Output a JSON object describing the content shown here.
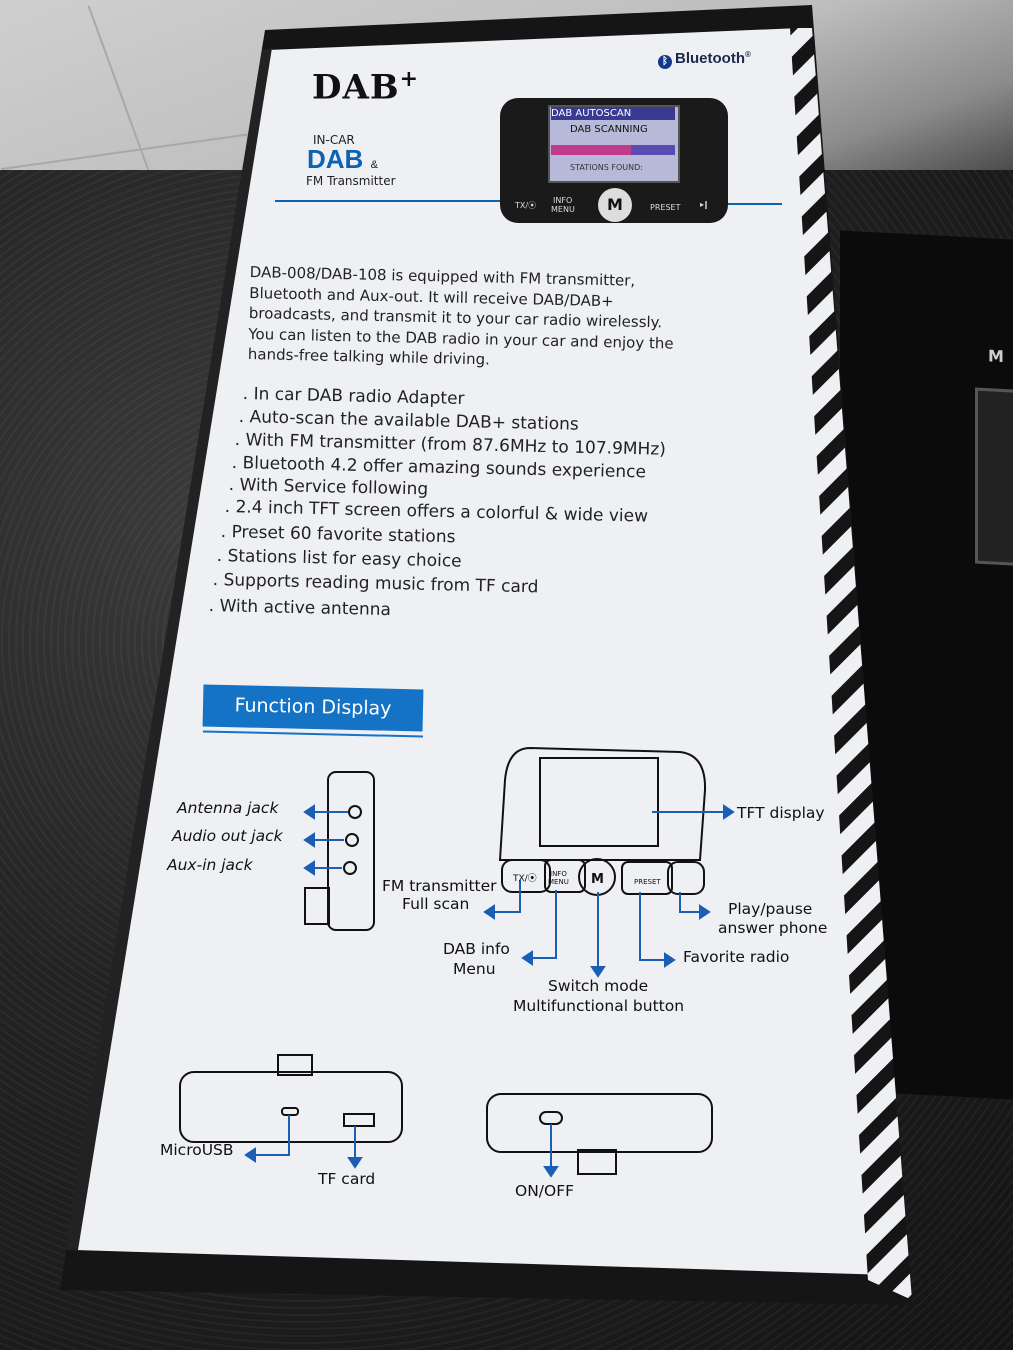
{
  "box": {
    "logo": "DAB",
    "logo_sup": "+",
    "bluetooth": "Bluetooth",
    "bluetooth_reg": "®",
    "in_car": "IN-CAR",
    "dab": "DAB",
    "dab_amp": "&",
    "fm_transmitter": "FM Transmitter",
    "device_screen": {
      "title": "DAB AUTOSCAN",
      "middle": "DAB SCANNING",
      "bottom": "STATIONS FOUND:"
    },
    "device_keys": {
      "tx": "TX/⦿",
      "info": "INFO",
      "menu": "MENU",
      "m": "M",
      "preset": "PRESET",
      "play": "▸‖"
    },
    "description_lines": [
      "DAB-008/DAB-108 is equipped with FM transmitter,",
      "Bluetooth and Aux-out. It will receive DAB/DAB+",
      "broadcasts, and transmit it to your car radio wirelessly.",
      "You can listen to the DAB radio in your car and enjoy the",
      "hands-free talking while driving."
    ],
    "features": [
      ". In car DAB radio Adapter",
      ". Auto-scan the available DAB+ stations",
      ". With FM transmitter (from 87.6MHz to 107.9MHz)",
      ". Bluetooth 4.2 offer amazing sounds experience",
      ". With Service following",
      ". 2.4 inch TFT screen offers a colorful & wide view",
      ". Preset 60 favorite stations",
      ". Stations list for easy choice",
      ". Supports reading music from TF card",
      ". With active antenna"
    ],
    "function_display": "Function Display",
    "labels": {
      "antenna_jack": "Antenna jack",
      "audio_out_jack": "Audio out jack",
      "aux_in_jack": "Aux-in jack",
      "tft_display": "TFT display",
      "fm_transmitter": "FM transmitter",
      "full_scan": "Full scan",
      "dab_info": "DAB info",
      "menu": "Menu",
      "switch_mode": "Switch mode",
      "multifunctional_button": "Multifunctional button",
      "favorite_radio": "Favorite radio",
      "play_pause": "Play/pause",
      "answer_phone": "answer phone",
      "micro_usb": "MicroUSB",
      "tf_card": "TF card",
      "on_off": "ON/OFF"
    }
  },
  "background": {
    "other_box_label": "M"
  }
}
